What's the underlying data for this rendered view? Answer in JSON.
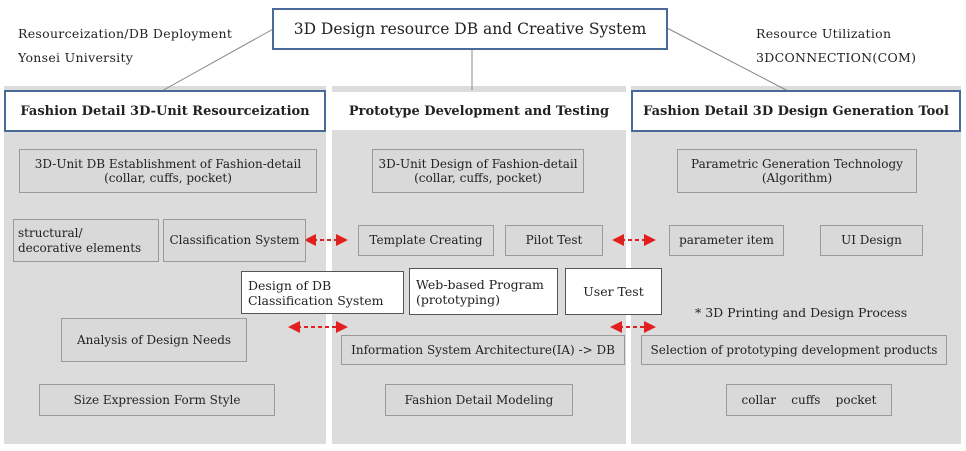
{
  "title": "3D Design resource DB and Creative System",
  "top_left": {
    "line1": "Resourceization/DB Deployment",
    "line2": "Yonsei University"
  },
  "top_right": {
    "line1": "Resource Utilization",
    "line2": "3DCONNECTION(COM)"
  },
  "columns": {
    "left": {
      "header": "Fashion Detail 3D-Unit Resourceization",
      "establishment": "3D-Unit DB Establishment of Fashion-detail\n(collar, cuffs, pocket)",
      "elements": "structural/\ndecorative elements",
      "classification": "Classification System",
      "analysis": "Analysis of Design Needs",
      "size": "Size   Expression   Form   Style"
    },
    "middle": {
      "header": "Prototype Development and Testing",
      "unit_design": "3D-Unit Design of Fashion-detail\n(collar, cuffs, pocket)",
      "template": "Template Creating",
      "pilot": "Pilot Test",
      "design_db": "Design of DB\nClassification System",
      "web_program": "Web-based Program\n(prototyping)",
      "user_test": "User Test",
      "ia": "Information System Architecture(IA) -> DB",
      "modeling": "Fashion Detail Modeling"
    },
    "right": {
      "header": "Fashion Detail 3D Design Generation Tool",
      "parametric": "Parametric Generation Technology\n(Algorithm)",
      "parameter": "parameter item",
      "ui": "UI Design",
      "printing_note": "* 3D Printing and Design Process",
      "selection": "Selection of prototyping development products",
      "products": "collar    cuffs    pocket"
    }
  },
  "colors": {
    "header_border": "#4a6a99",
    "column_bg": "#dcdcdc",
    "arrow": "#e02020"
  }
}
